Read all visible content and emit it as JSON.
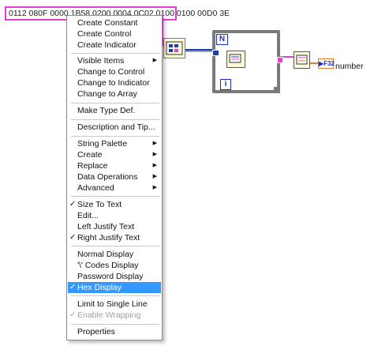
{
  "string_constant": {
    "value": "0112 080F 0000 1B58 0200 0004 0C02 0100 0100 00D0 3E"
  },
  "context_menu": {
    "items": [
      {
        "label": "Create Constant",
        "submenu": false,
        "checked": false,
        "disabled": false,
        "selected": false
      },
      {
        "label": "Create Control",
        "submenu": false,
        "checked": false,
        "disabled": false,
        "selected": false
      },
      {
        "label": "Create Indicator",
        "submenu": false,
        "checked": false,
        "disabled": false,
        "selected": false
      },
      {
        "label": "Visible Items",
        "submenu": true,
        "checked": false,
        "disabled": false,
        "selected": false
      },
      {
        "label": "Change to Control",
        "submenu": false,
        "checked": false,
        "disabled": false,
        "selected": false
      },
      {
        "label": "Change to Indicator",
        "submenu": false,
        "checked": false,
        "disabled": false,
        "selected": false
      },
      {
        "label": "Change to Array",
        "submenu": false,
        "checked": false,
        "disabled": false,
        "selected": false
      },
      {
        "label": "Make Type Def.",
        "submenu": false,
        "checked": false,
        "disabled": false,
        "selected": false
      },
      {
        "label": "Description and Tip...",
        "submenu": false,
        "checked": false,
        "disabled": false,
        "selected": false
      },
      {
        "label": "String Palette",
        "submenu": true,
        "checked": false,
        "disabled": false,
        "selected": false
      },
      {
        "label": "Create",
        "submenu": true,
        "checked": false,
        "disabled": false,
        "selected": false
      },
      {
        "label": "Replace",
        "submenu": true,
        "checked": false,
        "disabled": false,
        "selected": false
      },
      {
        "label": "Data Operations",
        "submenu": true,
        "checked": false,
        "disabled": false,
        "selected": false
      },
      {
        "label": "Advanced",
        "submenu": true,
        "checked": false,
        "disabled": false,
        "selected": false
      },
      {
        "label": "Size To Text",
        "submenu": false,
        "checked": true,
        "disabled": false,
        "selected": false
      },
      {
        "label": "Edit...",
        "submenu": false,
        "checked": false,
        "disabled": false,
        "selected": false
      },
      {
        "label": "Left Justify Text",
        "submenu": false,
        "checked": false,
        "disabled": false,
        "selected": false
      },
      {
        "label": "Right Justify Text",
        "submenu": false,
        "checked": true,
        "disabled": false,
        "selected": false
      },
      {
        "label": "Normal Display",
        "submenu": false,
        "checked": false,
        "disabled": false,
        "selected": false
      },
      {
        "label": "'\\' Codes Display",
        "submenu": false,
        "checked": false,
        "disabled": false,
        "selected": false
      },
      {
        "label": "Password Display",
        "submenu": false,
        "checked": false,
        "disabled": false,
        "selected": false
      },
      {
        "label": "Hex Display",
        "submenu": false,
        "checked": true,
        "disabled": false,
        "selected": true
      },
      {
        "label": "Limit to Single Line",
        "submenu": false,
        "checked": false,
        "disabled": false,
        "selected": false
      },
      {
        "label": "Enable Wrapping",
        "submenu": false,
        "checked": true,
        "disabled": true,
        "selected": false
      },
      {
        "label": "Properties",
        "submenu": false,
        "checked": false,
        "disabled": false,
        "selected": false
      }
    ],
    "check_glyph": "✓",
    "submenu_glyph": "▶"
  },
  "diagram": {
    "for_loop": {
      "count_terminal": "N",
      "iteration_terminal": "i"
    },
    "indicator": {
      "type_label": "▶F32",
      "label": "number"
    }
  },
  "colors": {
    "string_wire": "#e83cd8",
    "array_wire": "#1f3fa8",
    "numeric_wire": "#f07a2a",
    "loop_border": "#7a7a7a",
    "menu_selection": "#3399ff",
    "terminal_blue": "#1a2fbf"
  }
}
